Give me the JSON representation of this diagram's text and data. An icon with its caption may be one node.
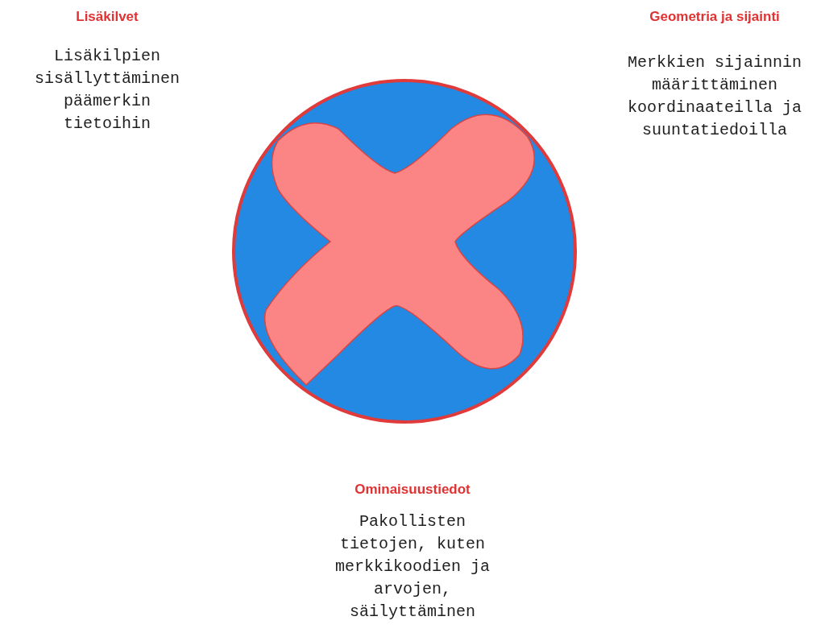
{
  "diagram": {
    "labels": [
      "Lisäkilvet",
      "Lisäkilpien sisällyttäminen päämerkin tietoihin",
      "Geometria ja sijainti",
      "Merkkien sijainnin määrittäminen koordinaateilla ja suuntatiedoilla",
      "Ominaisuustiedot",
      "Pakollisten tietojen, kuten merkkikoodien ja arvojen, säilyttäminen"
    ]
  }
}
